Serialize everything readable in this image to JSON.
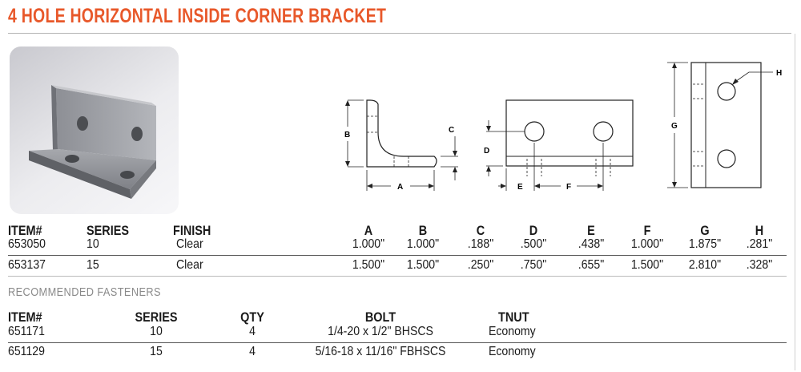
{
  "title": "4 HOLE HORIZONTAL INSIDE CORNER BRACKET",
  "drawing_labels": {
    "A": "A",
    "B": "B",
    "C": "C",
    "D": "D",
    "E": "E",
    "F": "F",
    "G": "G",
    "H": "H"
  },
  "specs": {
    "headers": {
      "item": "ITEM#",
      "series": "SERIES",
      "finish": "FINISH",
      "a": "A",
      "b": "B",
      "c": "C",
      "d": "D",
      "e": "E",
      "f": "F",
      "g": "G",
      "h": "H"
    },
    "rows": [
      {
        "item": "653050",
        "series": "10",
        "finish": "Clear",
        "a": "1.000\"",
        "b": "1.000\"",
        "c": ".188\"",
        "d": ".500\"",
        "e": ".438\"",
        "f": "1.000\"",
        "g": "1.875\"",
        "h": ".281\""
      },
      {
        "item": "653137",
        "series": "15",
        "finish": "Clear",
        "a": "1.500\"",
        "b": "1.500\"",
        "c": ".250\"",
        "d": ".750\"",
        "e": ".655\"",
        "f": "1.500\"",
        "g": "2.810\"",
        "h": ".328\""
      }
    ]
  },
  "fasteners": {
    "title": "RECOMMENDED FASTENERS",
    "headers": {
      "item": "ITEM#",
      "series": "SERIES",
      "qty": "QTY",
      "bolt": "BOLT",
      "tnut": "TNUT"
    },
    "rows": [
      {
        "item": "651171",
        "series": "10",
        "qty": "4",
        "bolt": "1/4-20 x 1/2\" BHSCS",
        "tnut": "Economy"
      },
      {
        "item": "651129",
        "series": "15",
        "qty": "4",
        "bolt": "5/16-18 x 11/16\" FBHSCS",
        "tnut": "Economy"
      }
    ]
  },
  "colors": {
    "title": "#e8582a",
    "rule": "#b5b5b5"
  }
}
